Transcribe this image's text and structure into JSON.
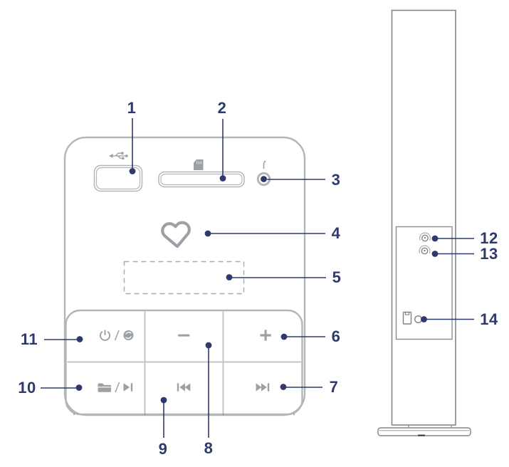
{
  "colors": {
    "accent": "#2e3a6c",
    "panel_outline": "#b3b6b9",
    "tower_outline": "#84878a",
    "glyph_gray": "#9ba0a5"
  },
  "callouts": [
    {
      "n": "1",
      "points_to": "usb-port"
    },
    {
      "n": "2",
      "points_to": "sd-card-slot"
    },
    {
      "n": "3",
      "points_to": "aux-jack"
    },
    {
      "n": "4",
      "points_to": "heart-logo"
    },
    {
      "n": "5",
      "points_to": "display-area"
    },
    {
      "n": "6",
      "points_to": "volume-up-button"
    },
    {
      "n": "7",
      "points_to": "next-track-button"
    },
    {
      "n": "8",
      "points_to": "volume-down-button"
    },
    {
      "n": "9",
      "points_to": "previous-track-button"
    },
    {
      "n": "10",
      "points_to": "folder-play-button"
    },
    {
      "n": "11",
      "points_to": "power-mode-button"
    },
    {
      "n": "12",
      "points_to": "side-jack-upper"
    },
    {
      "n": "13",
      "points_to": "side-jack-lower"
    },
    {
      "n": "14",
      "points_to": "power-inlet"
    }
  ],
  "icons": {
    "front_top": [
      "usb-icon",
      "sd-card-icon",
      "aux-plug-icon"
    ],
    "logo": "heart-icon",
    "keypad_row1": [
      "power-icon",
      "mode-icon",
      "minus-icon",
      "plus-icon"
    ],
    "keypad_row2": [
      "folder-icon",
      "play-next-icon",
      "previous-track-icon",
      "next-track-icon"
    ]
  }
}
